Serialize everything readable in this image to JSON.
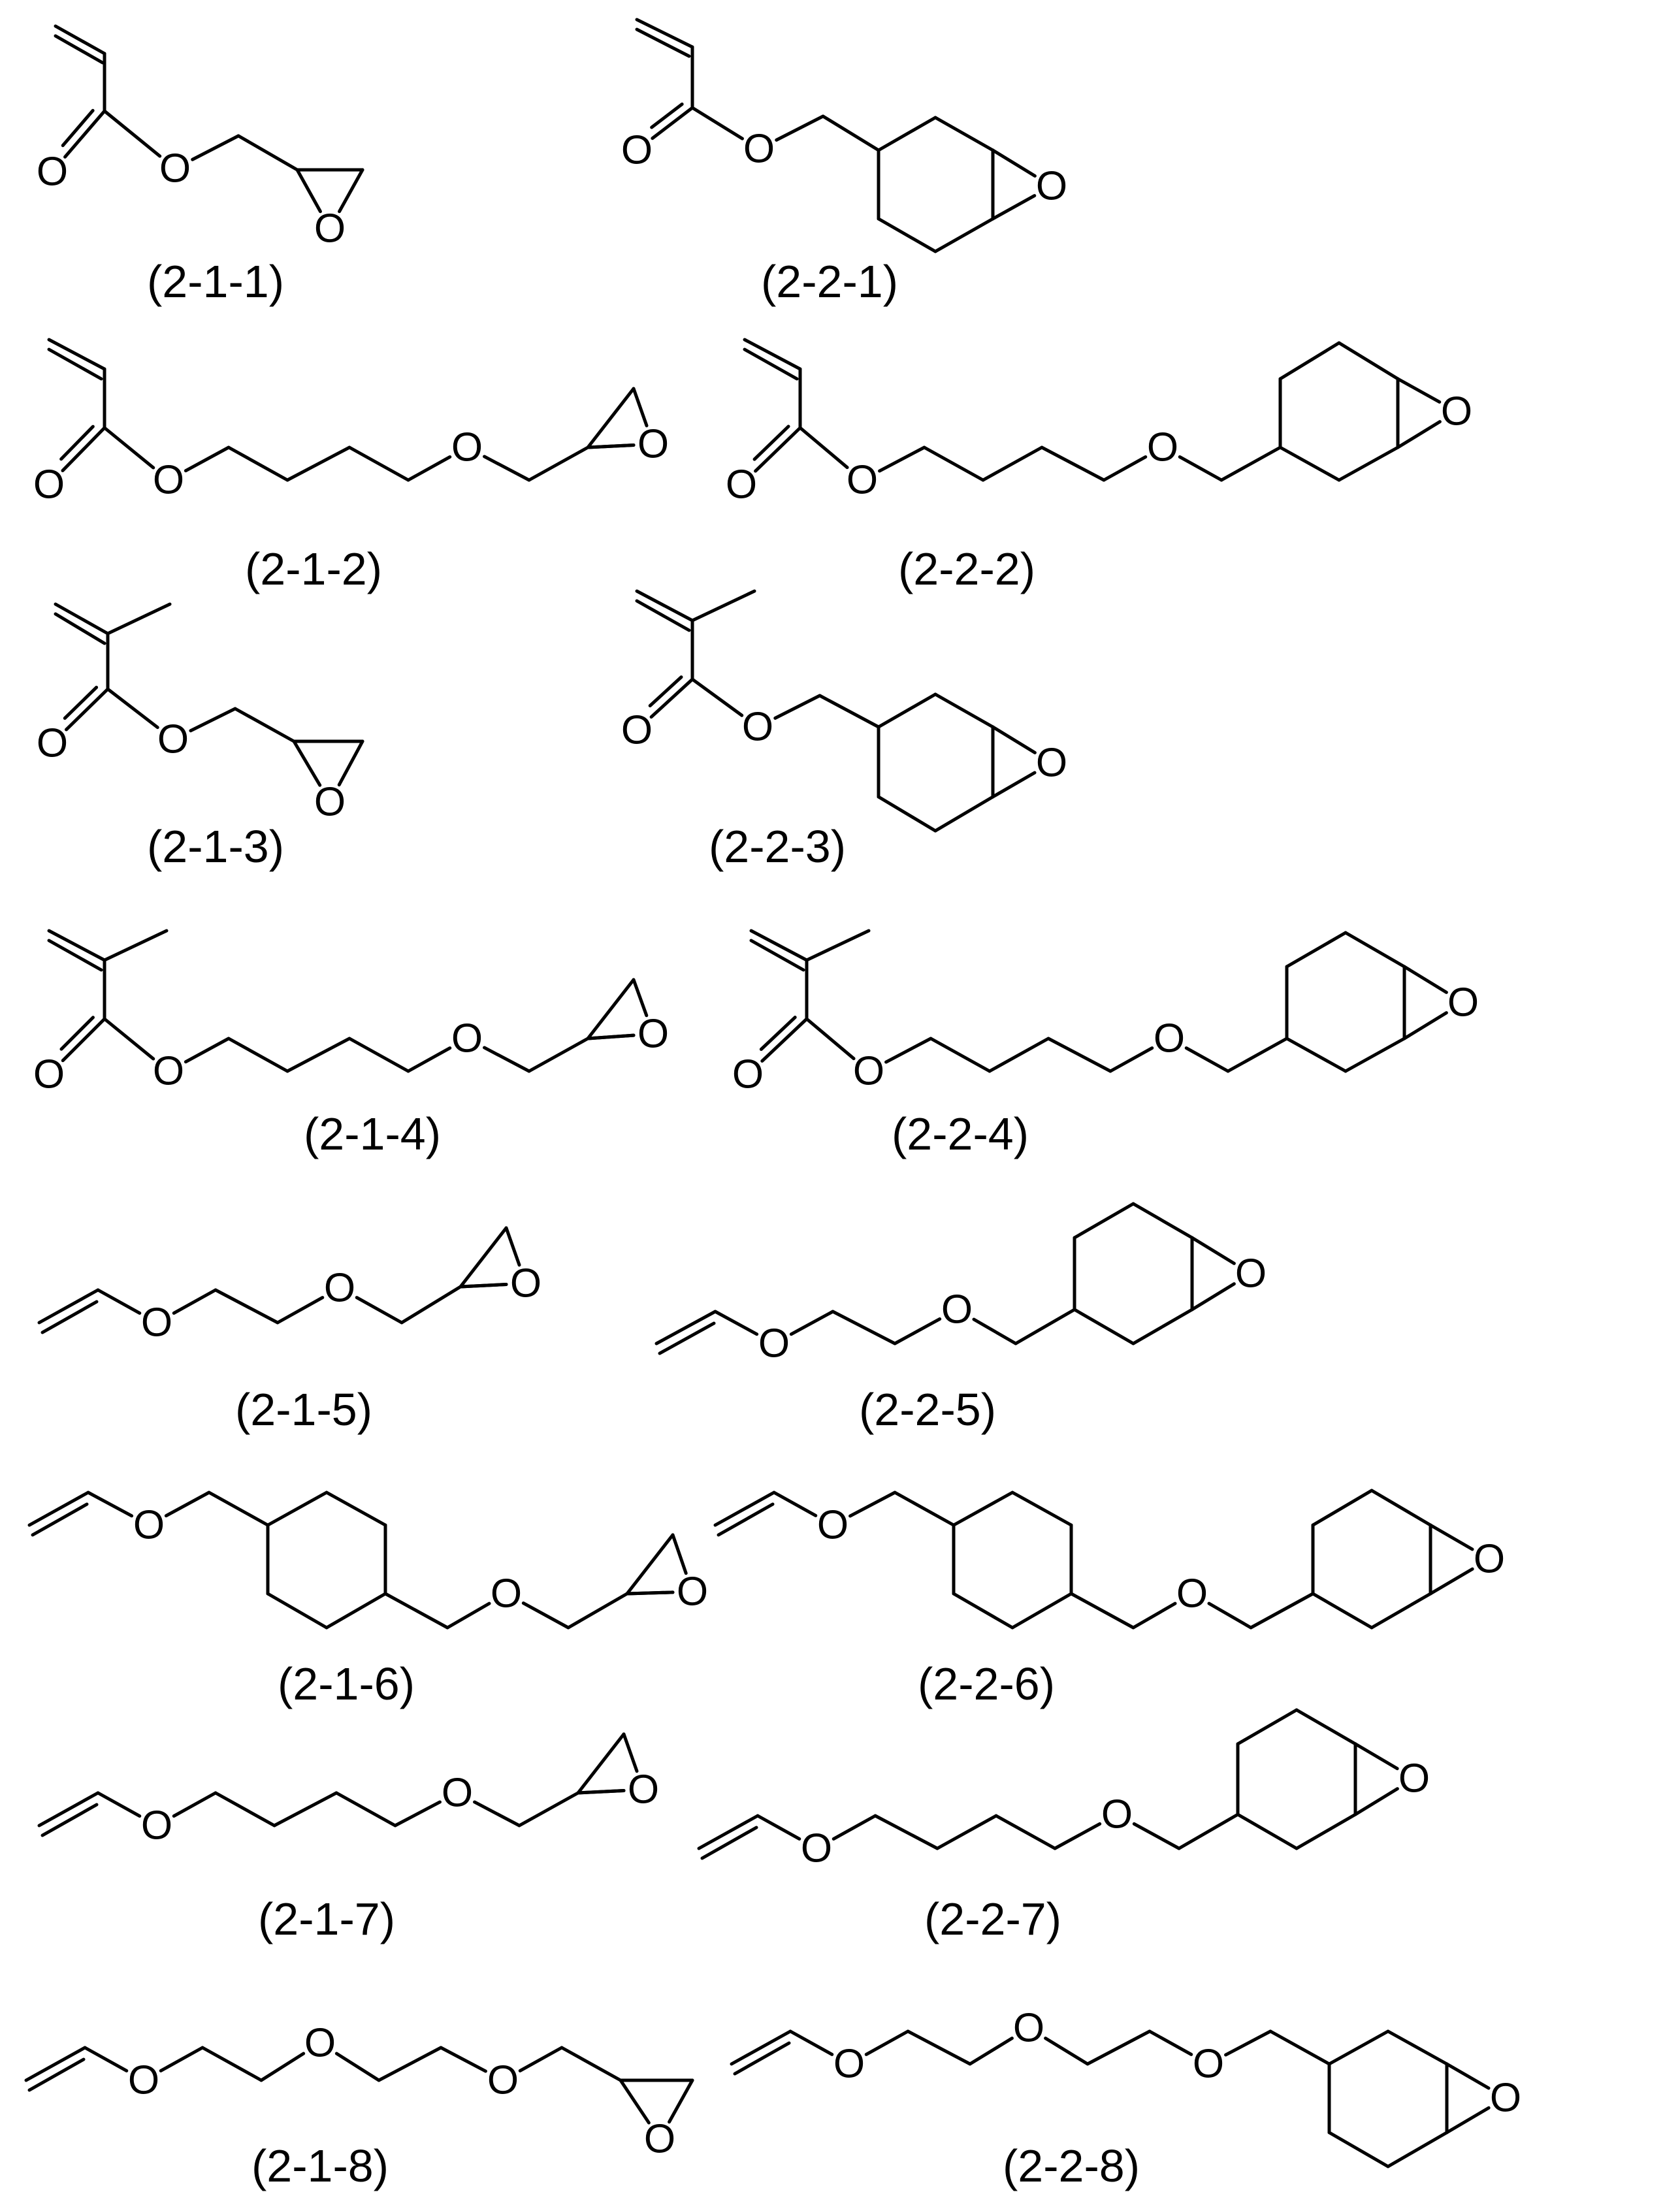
{
  "compounds": [
    {
      "id": "c211",
      "label": "(2-1-1)"
    },
    {
      "id": "c221",
      "label": "(2-2-1)"
    },
    {
      "id": "c212",
      "label": "(2-1-2)"
    },
    {
      "id": "c222",
      "label": "(2-2-2)"
    },
    {
      "id": "c213",
      "label": "(2-1-3)"
    },
    {
      "id": "c223",
      "label": "(2-2-3)"
    },
    {
      "id": "c214",
      "label": "(2-1-4)"
    },
    {
      "id": "c224",
      "label": "(2-2-4)"
    },
    {
      "id": "c215",
      "label": "(2-1-5)"
    },
    {
      "id": "c225",
      "label": "(2-2-5)"
    },
    {
      "id": "c216",
      "label": "(2-1-6)"
    },
    {
      "id": "c226",
      "label": "(2-2-6)"
    },
    {
      "id": "c217",
      "label": "(2-1-7)"
    },
    {
      "id": "c227",
      "label": "(2-2-7)"
    },
    {
      "id": "c218",
      "label": "(2-1-8)"
    },
    {
      "id": "c228",
      "label": "(2-2-8)"
    }
  ],
  "atom_symbol": "O"
}
